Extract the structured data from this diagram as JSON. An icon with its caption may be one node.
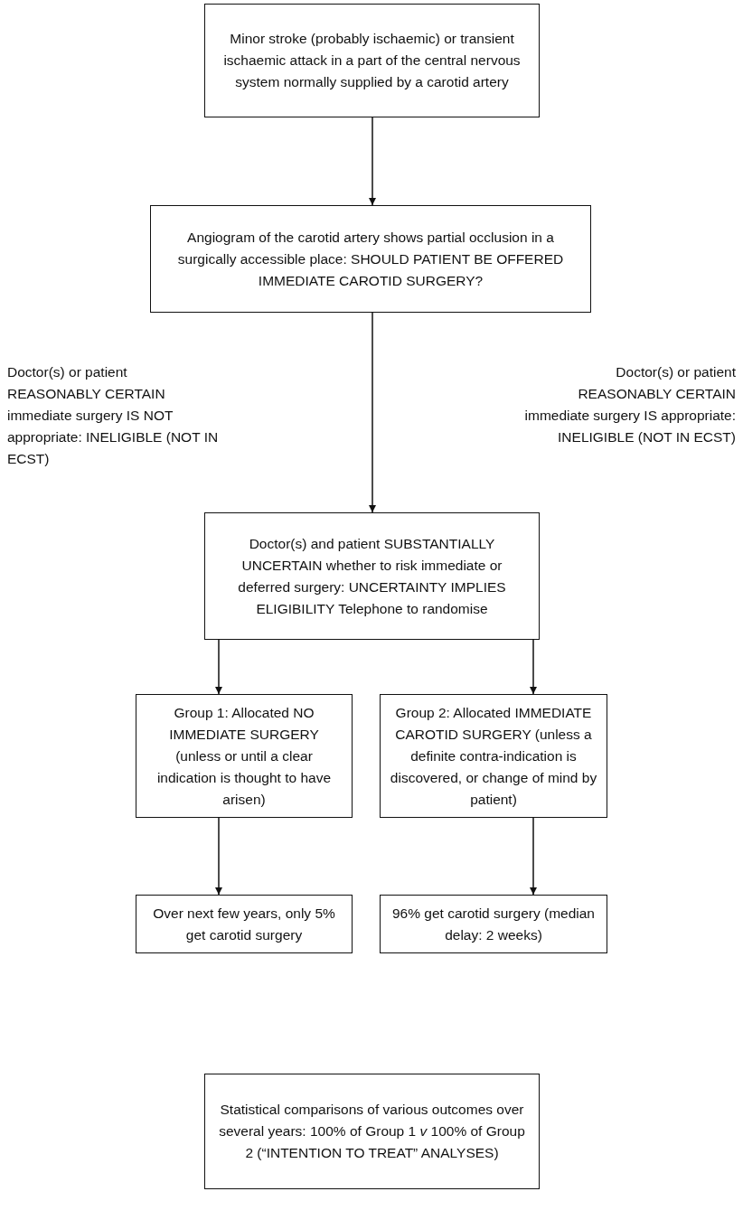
{
  "diagram": {
    "nodes": [
      {
        "text": [
          "Minor stroke (probably ischaemic) or transient ischaemic attack in a part of the central nervous system normally supplied by a carotid artery"
        ]
      },
      {
        "text": [
          "Angiogram of the carotid artery shows partial occlusion in a surgically accessible place: SHOULD PATIENT BE OFFERED IMMEDIATE CAROTID SURGERY?"
        ]
      },
      {
        "text": [
          "Doctor(s) and patient SUBSTANTIALLY UNCERTAIN whether to risk immediate or deferred surgery: UNCERTAINTY IMPLIES ELIGIBILITY Telephone to randomise"
        ]
      },
      {
        "text": [
          "Group 1: Allocated NO IMMEDIATE SURGERY (unless or until a clear indication is thought to have arisen)"
        ]
      },
      {
        "text": [
          "Group 2: Allocated IMMEDIATE CAROTID SURGERY (unless a definite contra-indication is discovered, or change of mind by patient)"
        ]
      },
      {
        "text": [
          "Over next few years, only 5% get carotid surgery"
        ]
      },
      {
        "text": [
          "96% get carotid surgery (median delay: 2 weeks)"
        ]
      },
      {
        "text": [
          "Statistical comparisons of various outcomes over several years: 100% of Group 1 *v* 100% of Group 2 (“INTENTION TO TREAT” ANALYSES)"
        ]
      }
    ],
    "edges": [
      {
        "from": 0,
        "to": 1,
        "arrow": "to"
      },
      {
        "from": 1,
        "to": 2,
        "arrow": "to"
      },
      {
        "from": 2,
        "to": 3,
        "arrow": "to"
      },
      {
        "from": 2,
        "to": 4,
        "arrow": "to"
      },
      {
        "from": 3,
        "to": 5,
        "arrow": "to"
      },
      {
        "from": 4,
        "to": 6,
        "arrow": "to"
      }
    ],
    "labels": [
      "Doctor(s) or patient REASONABLY CERTAIN immediate surgery IS NOT appropriate: INELIGIBLE (NOT IN ECST)",
      "Doctor(s) or patient REASONABLY CERTAIN immediate surgery IS appropriate: INELIGIBLE (NOT IN ECST)"
    ]
  }
}
